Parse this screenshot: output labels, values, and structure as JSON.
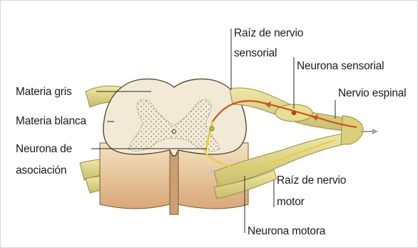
{
  "labels": {
    "materia_gris": "Materia gris",
    "materia_blanca": "Materia blanca",
    "neurona_asociacion": [
      "Neurona de",
      "asociación"
    ],
    "raiz_sensorial": [
      "Raíz de nervio",
      "sensorial"
    ],
    "neurona_sensorial": "Neurona sensorial",
    "nervio_espinal": "Nervio espinal",
    "raiz_motor": [
      "Raíz de nervio",
      "motor"
    ],
    "neurona_motora": "Neurona motora"
  },
  "colors": {
    "white_matter": "#f2ead6",
    "gray_matter_dots": "#8a7a5a",
    "root": "#e3db8e",
    "root_shadow": "#b9ad5a",
    "cut_face": "#e9c79a",
    "neuron": "#c9551f",
    "leader": "#2a2a2a",
    "outline": "#5a4a30"
  }
}
